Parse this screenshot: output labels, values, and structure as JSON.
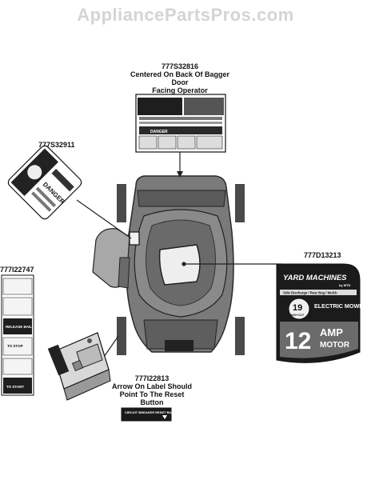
{
  "watermark": "AppliancePartsPros.com",
  "parts": {
    "p1": {
      "number": "777S32816",
      "desc": [
        "Centered On Back Of Bagger",
        "Door",
        "Facing Operator"
      ]
    },
    "p2": {
      "number": "777S32911"
    },
    "p3": {
      "number": "777I22747"
    },
    "p4": {
      "number": "777D13213"
    },
    "p5": {
      "number": "777I22813",
      "desc": [
        "Arrow On Label Should",
        "Point To The Reset",
        "Button"
      ]
    }
  },
  "labels": {
    "danger_word": "DANGER",
    "yard_machines": "YARD MACHINES",
    "mtd": "by MTD",
    "side_discharge": "Side Discharge / Rear Bag / Mulch",
    "cut_size": "19",
    "inch_cut": "INCH CUT",
    "electric_mower": "ELECTRIC MOWER",
    "amp_value": "12",
    "amp_word": "AMP",
    "motor_word": "MOTOR",
    "circuit_breaker": "CIRCUIT BREAKER RESET BUTTON",
    "to_start": "TO START",
    "to_stop": "TO STOP",
    "release_bail": "RELEASE BAIL"
  },
  "colors": {
    "body": "#6e6e6e",
    "dark": "#1c1c1c",
    "mid": "#9a9a9a",
    "light": "#d9d9d9"
  }
}
